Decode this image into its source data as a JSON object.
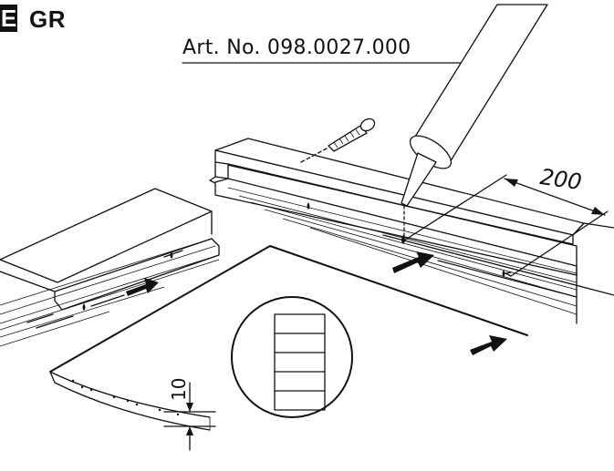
{
  "header": {
    "language_tab": "E",
    "language_code": "GR"
  },
  "article_number": "Art. No. 098.0027.000",
  "dimensions": {
    "spacing": "200",
    "depth": "10"
  },
  "colors": {
    "ink": "#111111",
    "background": "#ffffff"
  },
  "icons": [
    "caulking-gun-nozzle",
    "screw",
    "direction-arrow",
    "sealant-drop",
    "tile-joint-detail"
  ]
}
